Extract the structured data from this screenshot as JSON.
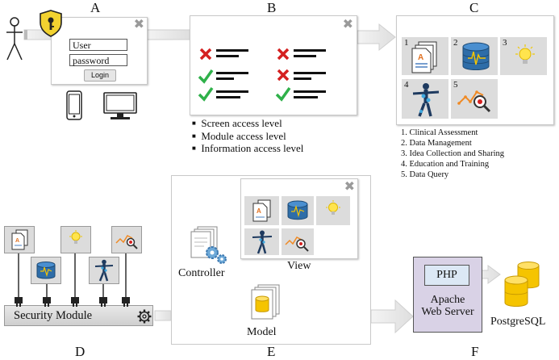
{
  "panel_labels": {
    "a": "A",
    "b": "B",
    "c": "C",
    "d": "D",
    "e": "E",
    "f": "F"
  },
  "login": {
    "user_placeholder": "User",
    "password_placeholder": "password",
    "login_button": "Login"
  },
  "access_levels": [
    "Screen access level",
    "Module access level",
    "Information access level"
  ],
  "modules": [
    {
      "num": "1",
      "label": "Clinical Assessment"
    },
    {
      "num": "2",
      "label": "Data Management"
    },
    {
      "num": "3",
      "label": "Idea Collection and Sharing"
    },
    {
      "num": "4",
      "label": "Education and Training"
    },
    {
      "num": "5",
      "label": "Data Query"
    }
  ],
  "module_list": [
    "1. Clinical Assessment",
    "2. Data Management",
    "3. Idea Collection and Sharing",
    "4. Education and Training",
    "5. Data Query"
  ],
  "security_module": "Security Module",
  "mvc": {
    "controller": "Controller",
    "view": "View",
    "model": "Model"
  },
  "server": {
    "php": "PHP",
    "apache_line1": "Apache",
    "apache_line2": "Web Server",
    "database": "PostgreSQL"
  },
  "colors": {
    "check_green": "#2fb14a",
    "cross_red": "#d42020",
    "server_fill": "#d9d2e6",
    "db_yellow": "#f5c400",
    "shield_yellow": "#f2d230"
  }
}
